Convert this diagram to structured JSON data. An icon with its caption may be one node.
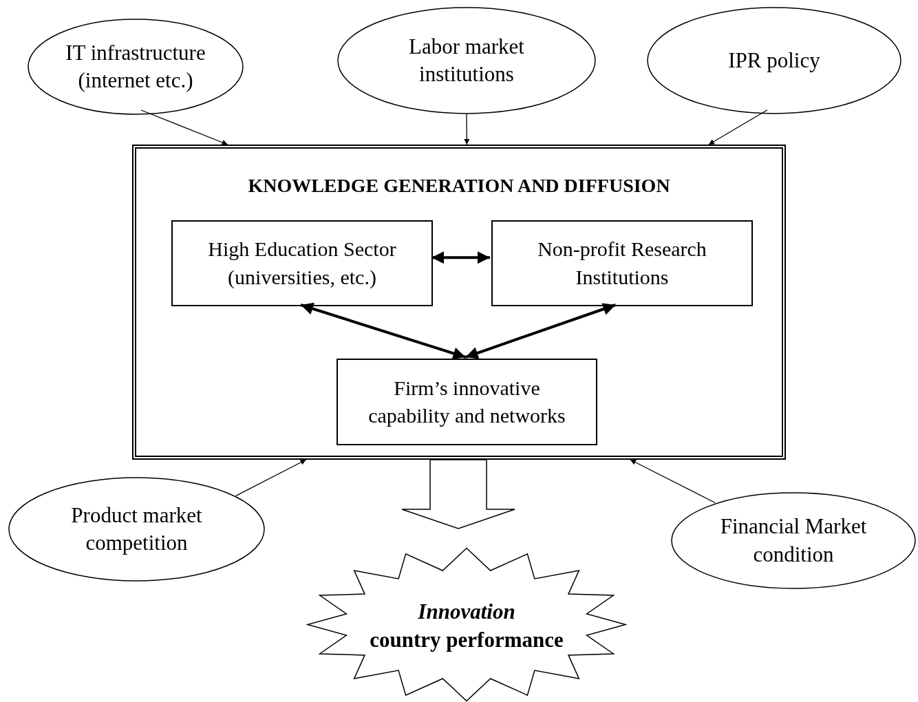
{
  "diagram": {
    "nodes": [
      {
        "text": [
          "IT infrastructure (internet etc.)"
        ]
      },
      {
        "text": [
          "Labor market institutions"
        ]
      },
      {
        "text": [
          "IPR policy"
        ]
      },
      {
        "text": [
          "KNOWLEDGE GENERATION AND DIFFUSION"
        ]
      },
      {
        "text": [
          "High Education Sector (universities, etc.)"
        ],
        "in": 3
      },
      {
        "text": [
          "Non-profit Research Institutions"
        ],
        "in": 3
      },
      {
        "text": [
          "Firm’s innovative capability  and networks"
        ],
        "in": 3
      },
      {
        "text": [
          "Product market competition"
        ]
      },
      {
        "text": [
          "Financial Market condition"
        ]
      },
      {
        "text": [
          "Innovation",
          "country performance"
        ]
      }
    ],
    "edges": [
      {
        "from": 0,
        "to": 3,
        "arrow": "to"
      },
      {
        "from": 1,
        "to": 3,
        "arrow": "to"
      },
      {
        "from": 2,
        "to": 3,
        "arrow": "to"
      },
      {
        "from": 4,
        "to": 5,
        "arrow": "both",
        "style": "thick"
      },
      {
        "from": 4,
        "to": 6,
        "arrow": "both",
        "style": "thick"
      },
      {
        "from": 5,
        "to": 6,
        "arrow": "both",
        "style": "thick"
      },
      {
        "from": 7,
        "to": 3,
        "arrow": "to"
      },
      {
        "from": 8,
        "to": 3,
        "arrow": "to"
      },
      {
        "from": 3,
        "to": 9,
        "arrow": "to"
      }
    ]
  }
}
